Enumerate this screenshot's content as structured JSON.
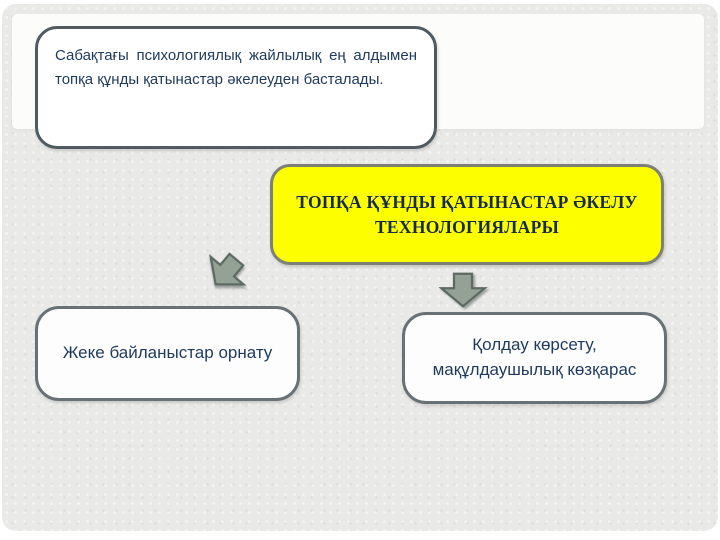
{
  "slide": {
    "intro_box": {
      "text": "Сабақтағы психологиялық жайлылық ең алдымен топқа құнды қатынастар әкелеуден басталады."
    },
    "title_box": {
      "text": "ТОПҚА ҚҰНДЫ ҚАТЫНАСТАР ӘКЕЛУ ТЕХНОЛОГИЯЛАРЫ"
    },
    "branches": [
      {
        "label": "Жеке байланыстар орнату"
      },
      {
        "label": "Қолдау көрсету,\nмақұлдаушылық көзқарас"
      }
    ],
    "icons": {
      "left_arrow": "arrow-down-left",
      "right_arrow": "arrow-down"
    },
    "colors": {
      "slide_background": "#e9e9e7",
      "highlight_yellow": "#fdff00",
      "text_navy": "#1e3a5c",
      "box_border": "#687276",
      "arrow_fill": "#94a296",
      "arrow_stroke": "#5c6a61"
    }
  }
}
